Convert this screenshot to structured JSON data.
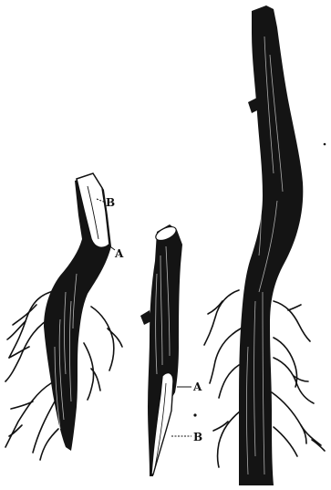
{
  "figure": {
    "labels": {
      "left_top": "B",
      "left_mid": "A",
      "middle_a": "A",
      "middle_b": "B"
    }
  },
  "colors": {
    "bark": "#141414",
    "cut": "#ffffff",
    "ink": "#111111"
  }
}
